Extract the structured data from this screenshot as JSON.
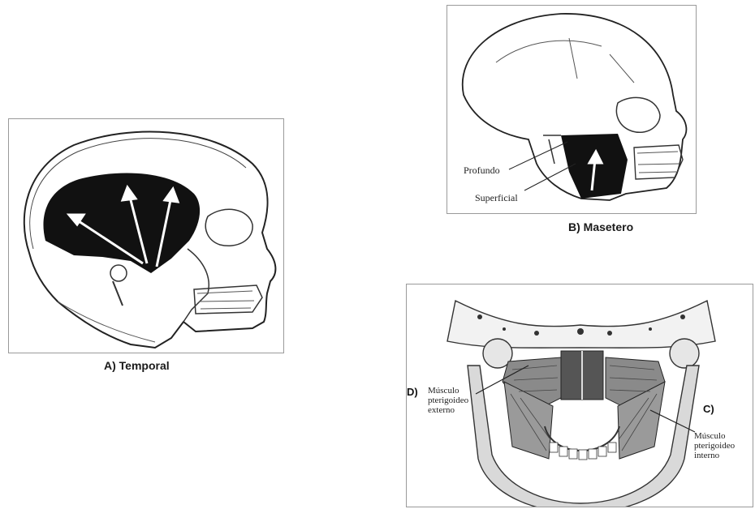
{
  "panel_a": {
    "caption": "A)  Temporal"
  },
  "panel_b": {
    "caption": "B) Masetero",
    "labels": {
      "deep": "Profundo",
      "superficial": "Superficial"
    }
  },
  "panel_c": {
    "letter_c": "C)",
    "letter_d": "D)",
    "external": [
      "Músculo",
      "pterigoideo",
      "externo"
    ],
    "internal": [
      "Músculo",
      "pterigoideo",
      "interno"
    ]
  },
  "colors": {
    "line": "#222222",
    "muscle": "#111111",
    "border": "#9a9a9a"
  }
}
